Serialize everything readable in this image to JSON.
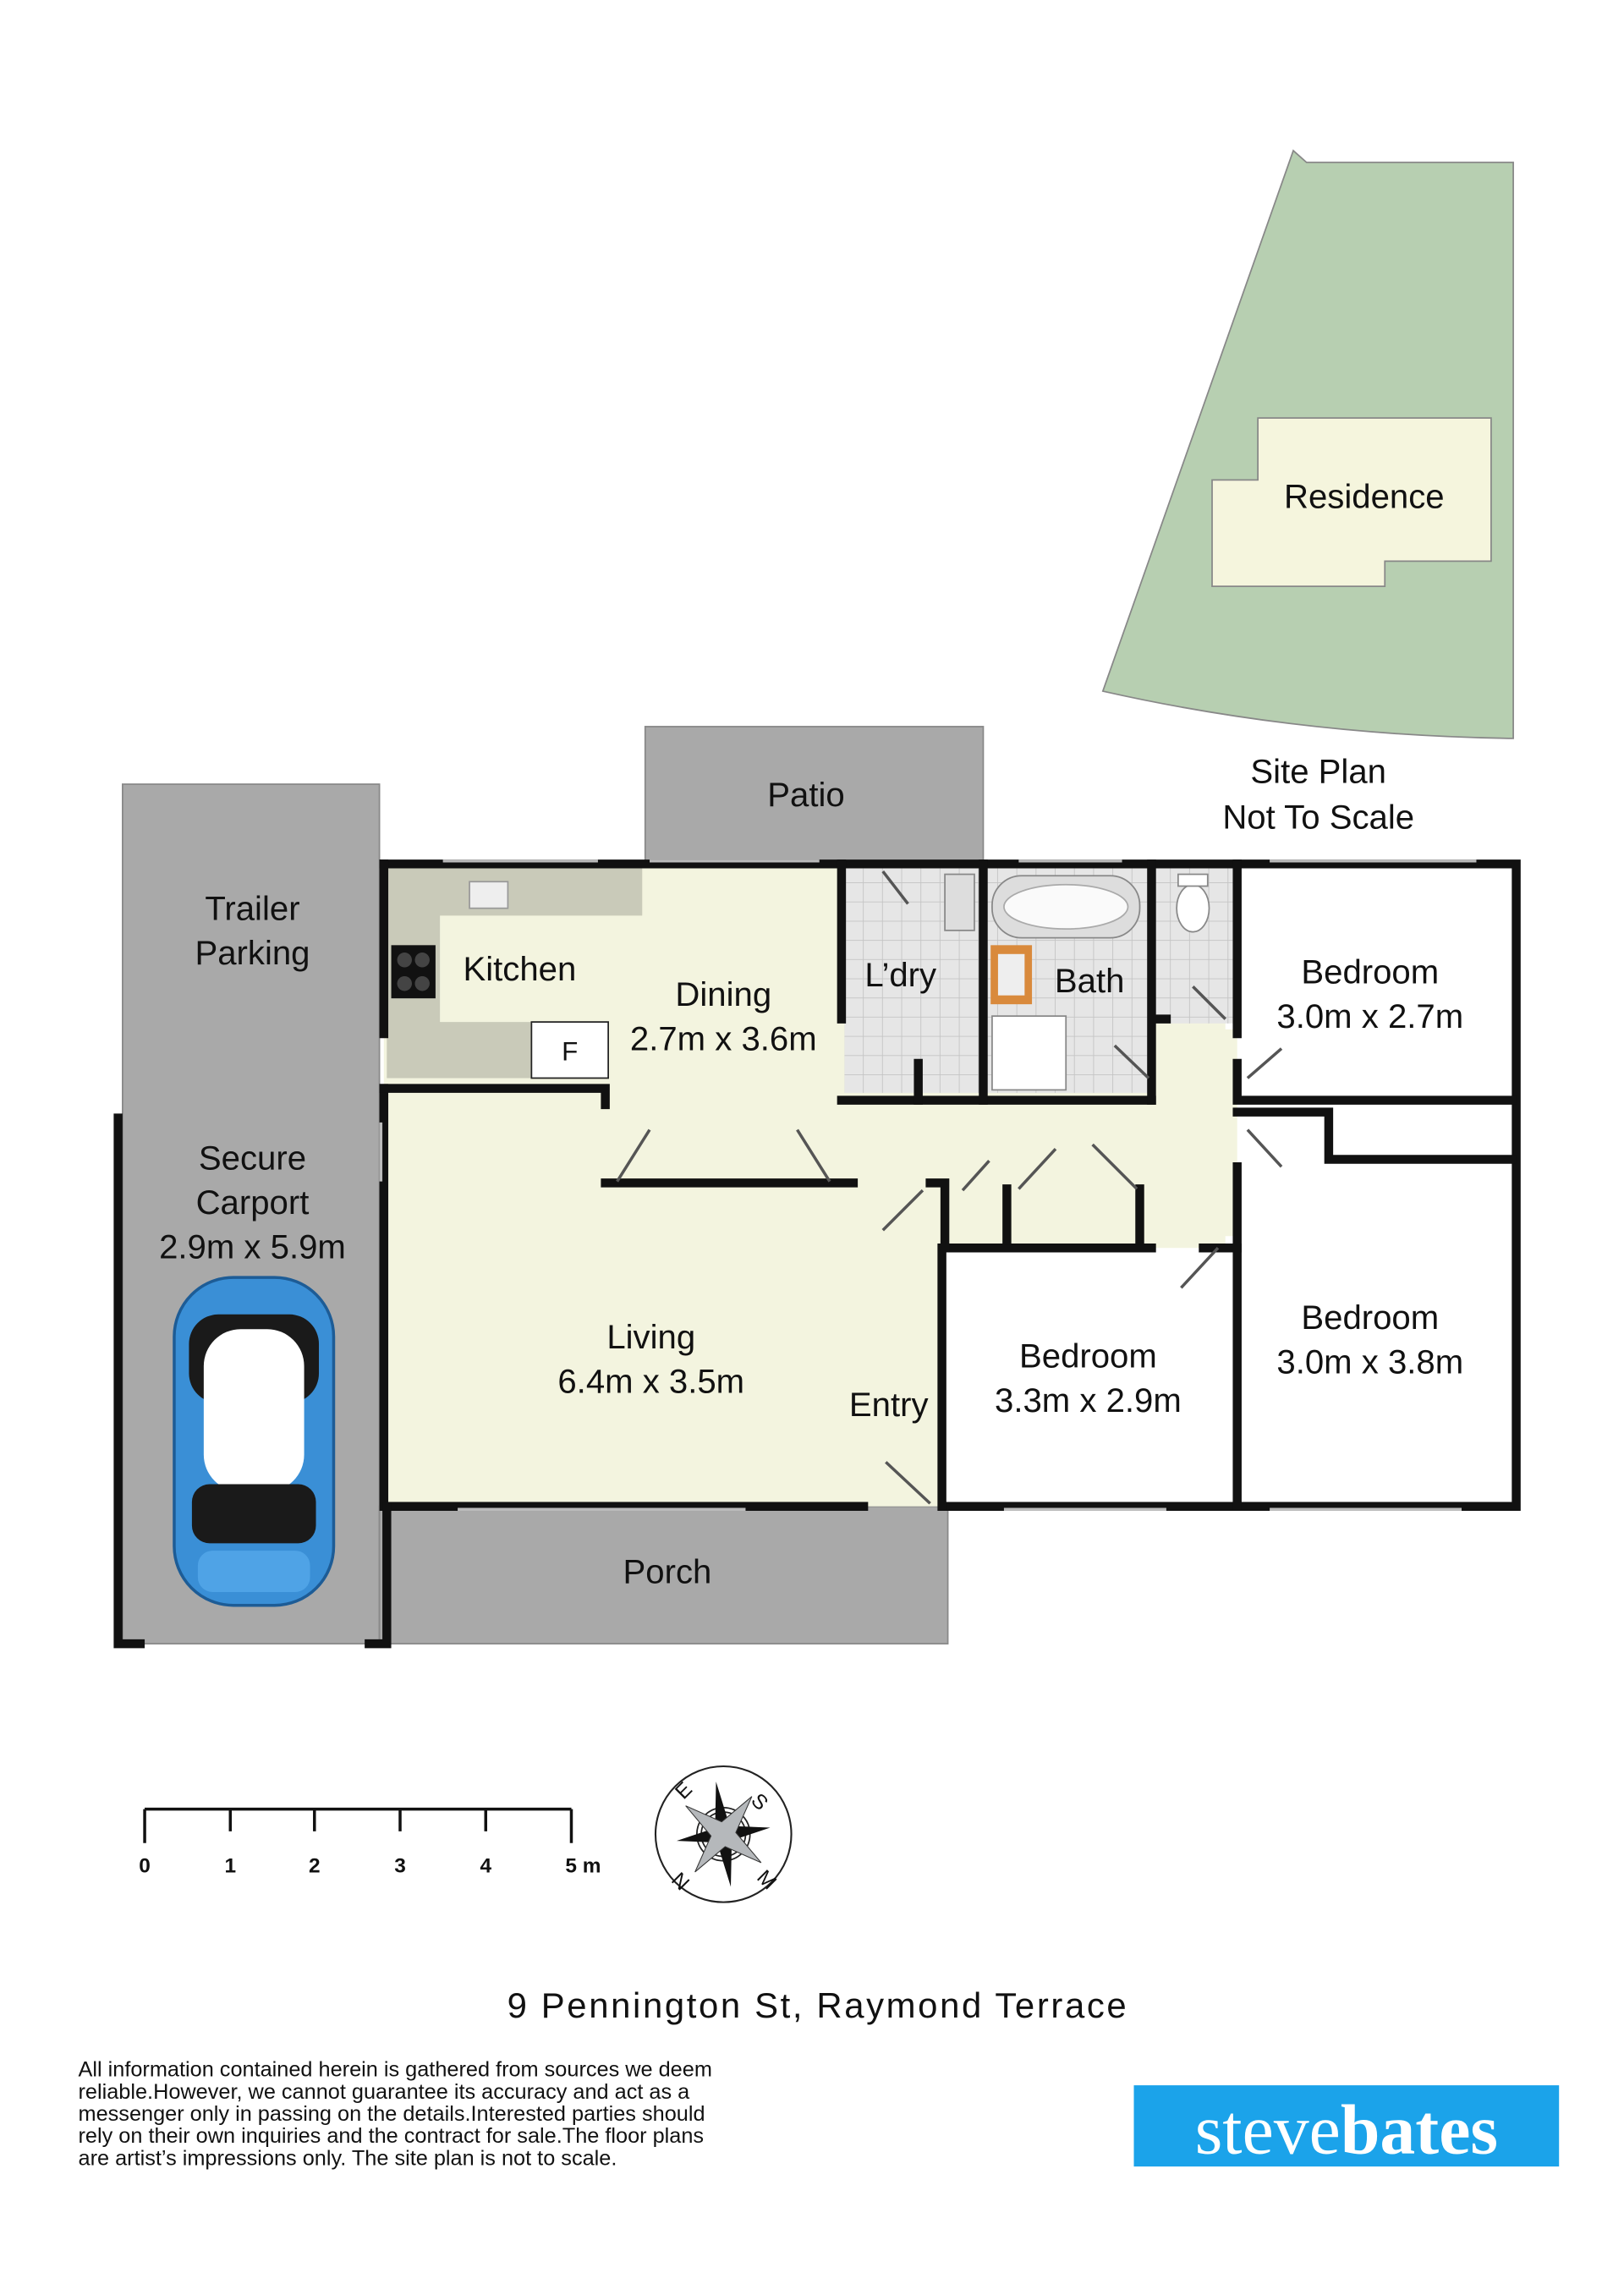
{
  "site_plan": {
    "residence_label": "Residence",
    "caption_line1": "Site Plan",
    "caption_line2": "Not To Scale",
    "lot_color": "#b7cfb1",
    "residence_color": "#f5f5dd"
  },
  "rooms": {
    "patio": "Patio",
    "trailer_line1": "Trailer",
    "trailer_line2": "Parking",
    "kitchen": "Kitchen",
    "fridge": "F",
    "dining": "Dining",
    "dining_dim": "2.7m x 3.6m",
    "laundry": "L’dry",
    "bath": "Bath",
    "bed1": "Bedroom",
    "bed1_dim": "3.0m x 2.7m",
    "carport_line1": "Secure",
    "carport_line2": "Carport",
    "carport_dim": "2.9m x 5.9m",
    "living": "Living",
    "living_dim": "6.4m x 3.5m",
    "entry": "Entry",
    "bed2": "Bedroom",
    "bed2_dim": "3.3m x 2.9m",
    "bed3": "Bedroom",
    "bed3_dim": "3.0m x 3.8m",
    "porch": "Porch"
  },
  "scale_bar": {
    "ticks": [
      "0",
      "1",
      "2",
      "3",
      "4",
      "5 m"
    ]
  },
  "compass": {
    "letters": [
      "E",
      "S",
      "N",
      "M"
    ]
  },
  "address": "9 Pennington St, Raymond Terrace",
  "disclaimer": [
    "All information contained herein is gathered from sources we deem",
    "reliable.However, we cannot guarantee its accuracy and act as a",
    "messenger only in passing on the details.Interested parties should",
    "rely on their own inquiries and the contract for sale.The floor plans",
    "are artist’s impressions only. The site plan is not to scale."
  ],
  "logo": {
    "part1": "steve",
    "part2": "bates",
    "color": "#1ba3ea"
  },
  "colors": {
    "outdoor": "#a9a9a9",
    "floor": "#f3f4df",
    "counter": "#c9cab9",
    "tile": "#e3e3e3"
  }
}
